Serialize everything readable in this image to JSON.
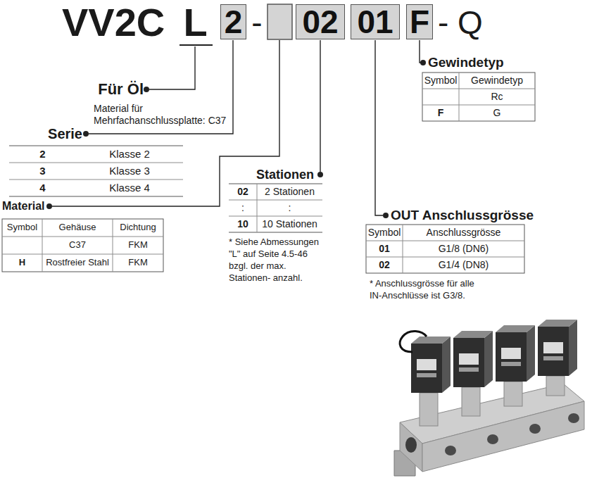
{
  "diagram": {
    "nodes": [
      {
        "text": [
          "2"
        ]
      },
      {
        "text": [
          "02"
        ]
      },
      {
        "text": [
          "01"
        ]
      },
      {
        "text": [
          "F"
        ]
      }
    ],
    "labels": [
      "VV2C",
      "L",
      "-",
      "- Q",
      "Für Öl",
      "Material für Mehrfachanschlussplatte: C37",
      "Serie",
      "2",
      "Klasse 2",
      "3",
      "Klasse 3",
      "4",
      "Klasse 4",
      "Material",
      "Symbol",
      "Gehäuse",
      "Dichtung",
      "C37",
      "FKM",
      "H",
      "Rostfreier Stahl",
      "FKM",
      "Stationen",
      "02",
      "2 Stationen",
      ":",
      ":",
      "10",
      "10 Stationen",
      "* Siehe Abmessungen \"L\" auf Seite 4.5-46 bzgl. der max. Stationen- anzahl.",
      "Gewindetyp",
      "Symbol",
      "Gewindetyp",
      "Rc",
      "F",
      "G",
      "OUT Anschlussgrösse",
      "Symbol",
      "Anschlussgrösse",
      "01",
      "G1/8 (DN6)",
      "02",
      "G1/4 (DN8)",
      "* Anschlussgrösse für alle IN-Anschlüsse ist G3/8."
    ]
  }
}
